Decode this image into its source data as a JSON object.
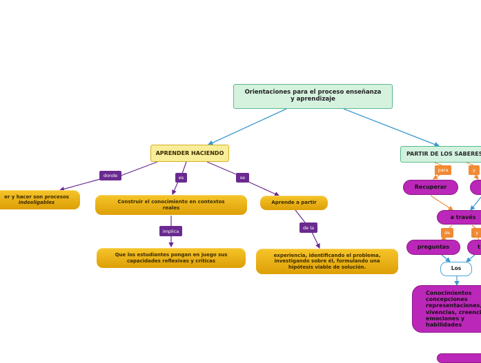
{
  "root": {
    "text": "Orientaciones para el proceso enseñanza y aprendizaje"
  },
  "left": {
    "title": "APRENDER HACIENDO",
    "links": {
      "donde": "donde",
      "es": "es",
      "se": "se",
      "implica": "implica",
      "de_la": "de la"
    },
    "nodes": {
      "saber_hacer_line1": "er y hacer son procesos",
      "saber_hacer_line2": "indesligables",
      "construir": "Construir el conocimiento en contextos reales",
      "estudiantes": "Que los estudiantes pongan en juego sus capacidades reflexivas y críticas",
      "aprende": "Aprende a partir",
      "experiencia": "experiencia, identificando el problema, investigando sobre él, formulando una hipótesis viable de solución."
    }
  },
  "right": {
    "title": "PARTIR DE LOS SABERES P",
    "links": {
      "para": "para",
      "y1": "y",
      "de": "de",
      "y2": "y"
    },
    "nodes": {
      "recuperar": "Recuperar",
      "a_traves": "a través",
      "preguntas": "preguntas",
      "t": "t",
      "los": "Los",
      "conocimientos": "Conocimientos concepciones representaciones, vivencias, creenci emociones y habilidades"
    }
  },
  "colors": {
    "blue_line": "#3a98d0",
    "purple_line": "#6a2a8f",
    "orange_line": "#f08a34",
    "gold": "#f1b417",
    "magenta": "#bb27b8"
  }
}
